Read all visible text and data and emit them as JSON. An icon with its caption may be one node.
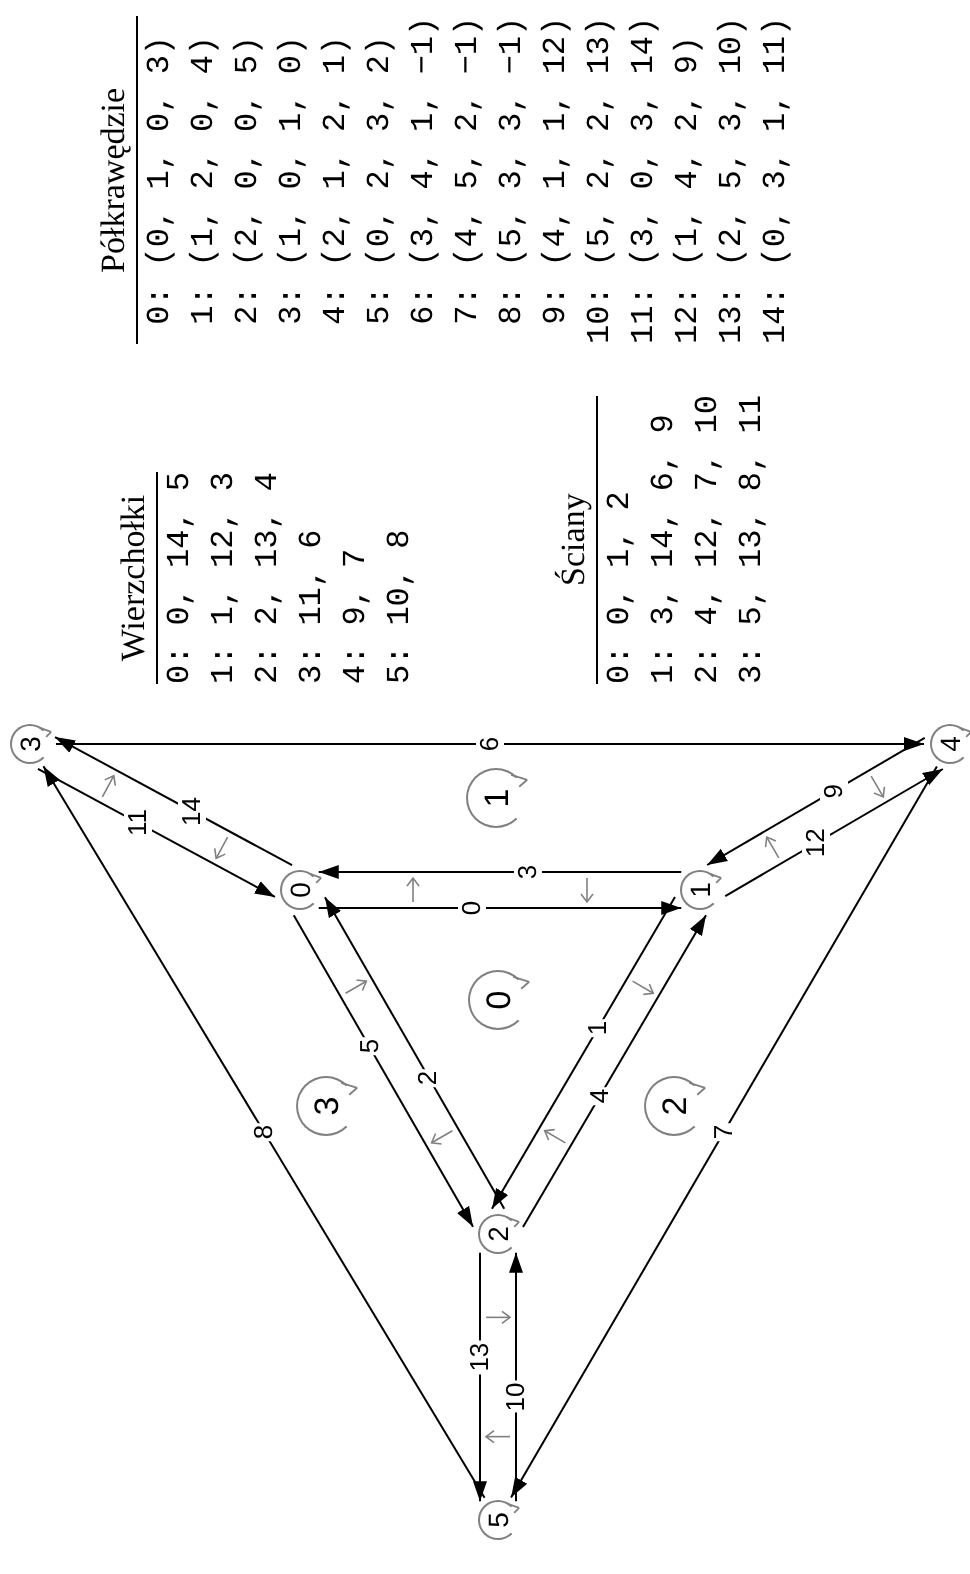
{
  "diagram": {
    "nodes": [
      {
        "text": [
          "0"
        ]
      },
      {
        "text": [
          "1"
        ]
      },
      {
        "text": [
          "2"
        ]
      },
      {
        "text": [
          "3"
        ]
      },
      {
        "text": [
          "4"
        ]
      },
      {
        "text": [
          "5"
        ]
      },
      {
        "text": [
          "0"
        ]
      },
      {
        "text": [
          "1"
        ]
      },
      {
        "text": [
          "2"
        ]
      },
      {
        "text": [
          "3"
        ]
      }
    ],
    "edges": [
      {
        "from": 0,
        "to": 1,
        "arrow": "to",
        "label": "0"
      },
      {
        "from": 1,
        "to": 2,
        "arrow": "to",
        "label": "1"
      },
      {
        "from": 2,
        "to": 0,
        "arrow": "to",
        "label": "2"
      },
      {
        "from": 1,
        "to": 0,
        "arrow": "to",
        "label": "3"
      },
      {
        "from": 2,
        "to": 1,
        "arrow": "to",
        "label": "4"
      },
      {
        "from": 0,
        "to": 2,
        "arrow": "to",
        "label": "5"
      },
      {
        "from": 3,
        "to": 4,
        "arrow": "to",
        "label": "6"
      },
      {
        "from": 4,
        "to": 5,
        "arrow": "to",
        "label": "7"
      },
      {
        "from": 5,
        "to": 3,
        "arrow": "to",
        "label": "8"
      },
      {
        "from": 4,
        "to": 1,
        "arrow": "to",
        "label": "9"
      },
      {
        "from": 5,
        "to": 2,
        "arrow": "to",
        "label": "10"
      },
      {
        "from": 3,
        "to": 0,
        "arrow": "to",
        "label": "11"
      },
      {
        "from": 1,
        "to": 4,
        "arrow": "to",
        "label": "12"
      },
      {
        "from": 2,
        "to": 5,
        "arrow": "to",
        "label": "13"
      },
      {
        "from": 0,
        "to": 3,
        "arrow": "to",
        "label": "14"
      }
    ],
    "labels": [
      "Wierzchołki",
      "0:",
      "0, 14, 5",
      "1:",
      "1, 12, 3",
      "2:",
      "2, 13, 4",
      "3:",
      "11, 6",
      "4:",
      "9, 7",
      "5:",
      "10, 8",
      "Ściany",
      "0:",
      "0, 1, 2",
      "1:",
      "3, 14, 6, 9",
      "2:",
      "4, 12, 7, 10",
      "3:",
      "5, 13, 8, 11",
      "Półkrawędzie",
      "0:",
      "(0, 1, 0, 3)",
      "1:",
      "(1, 2, 0, 4)",
      "2:",
      "(2, 0, 0, 5)",
      "3:",
      "(1, 0, 1, 0)",
      "4:",
      "(2, 1, 2, 1)",
      "5:",
      "(0, 2, 3, 2)",
      "6:",
      "(3, 4, 1, −1)",
      "7:",
      "(4, 5, 2, −1)",
      "8:",
      "(5, 3, 3, −1)",
      "9:",
      "(4, 1, 1, 12)",
      "10:",
      "(5, 2, 2, 13)",
      "11:",
      "(3, 0, 3, 14)",
      "12:",
      "(1, 4, 2, 9)",
      "13:",
      "(2, 5, 3, 10)",
      "14:",
      "(0, 3, 1, 11)"
    ]
  }
}
